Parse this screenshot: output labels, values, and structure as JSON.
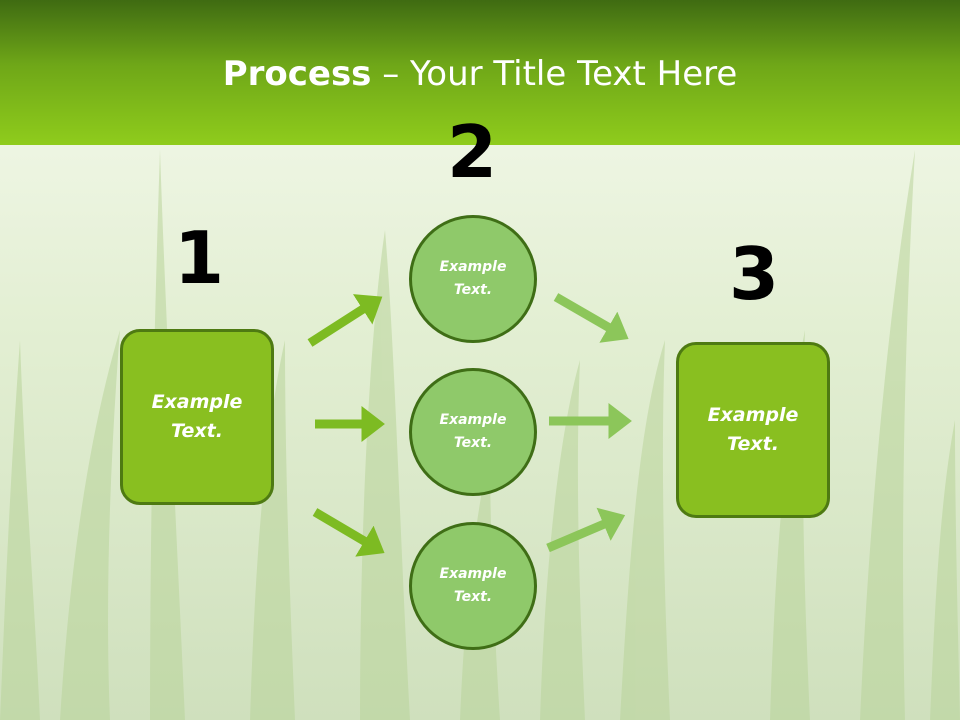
{
  "title": {
    "bold": "Process",
    "rest": " – Your Title Text Here"
  },
  "steps": {
    "n1": "1",
    "n2": "2",
    "n3": "3"
  },
  "nodes": {
    "left": "Example\nText.",
    "top": "Example\nText.",
    "middle": "Example\nText.",
    "bottom": "Example\nText.",
    "right": "Example\nText."
  },
  "colors": {
    "header": "#6fa718",
    "box": "#89bf20",
    "circle": "#8fc96a",
    "arrow": "#7dbb22"
  }
}
